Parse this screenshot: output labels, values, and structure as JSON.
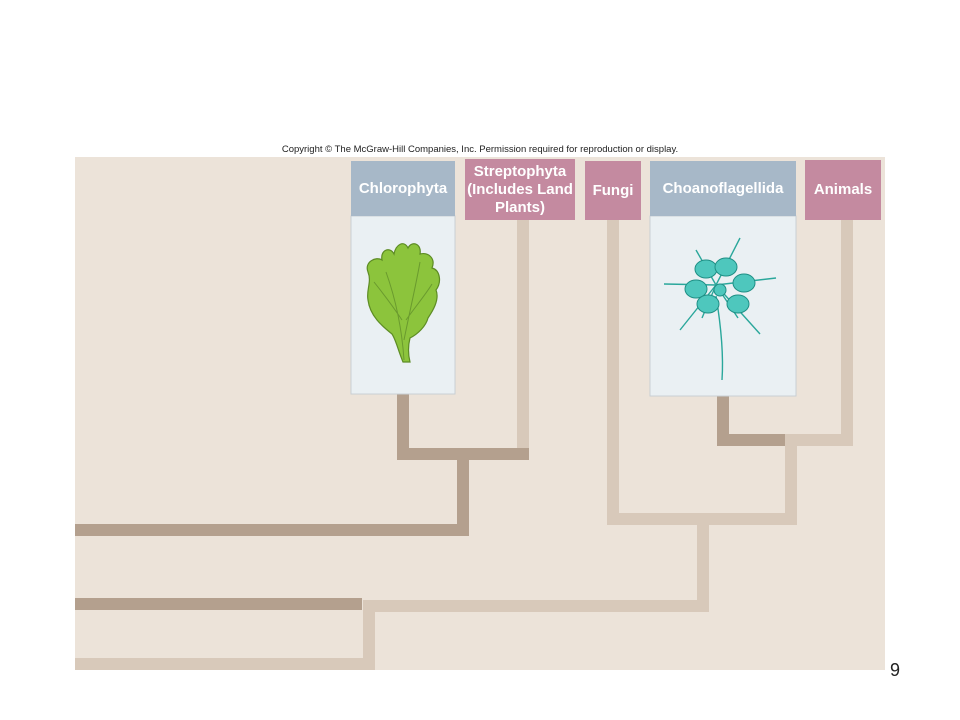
{
  "copyright": "Copyright © The McGraw-Hill Companies, Inc. Permission required for reproduction or display.",
  "taxa": {
    "chlorophyta": "Chlorophyta",
    "streptophyta": "Streptophyta (Includes Land Plants)",
    "fungi": "Fungi",
    "choanoflagellida": "Choanoflagellida",
    "animals": "Animals"
  },
  "illustrations": {
    "chlorophyta": "green-alga-thallus",
    "choanoflagellida": "choanoflagellate-colony"
  },
  "colors": {
    "background": "#ece3d9",
    "branch_dark": "#b4a08e",
    "branch_light": "#d8c9ba",
    "label_grey": "#a7b8c8",
    "label_pink": "#c48aa0",
    "panel": "#eaf0f3",
    "alga_green": "#8cc43c",
    "choano_teal": "#4ec7bd"
  },
  "page_number": "9"
}
